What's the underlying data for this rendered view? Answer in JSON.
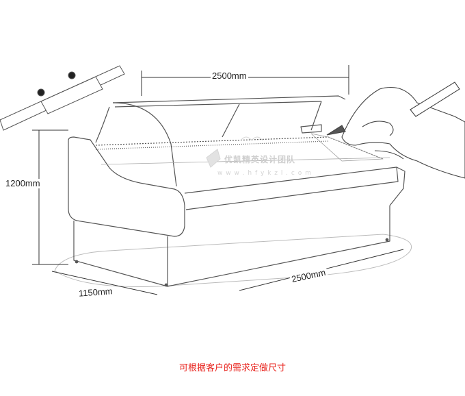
{
  "dimensions": {
    "top_length": "2500mm",
    "height": "1200mm",
    "depth": "1150mm",
    "bottom_length": "2500mm"
  },
  "watermark": {
    "name": "优凯精英设计团队",
    "url": "w w w . h f y k z l . c o m"
  },
  "caption": "可根据客户的需求定做尺寸",
  "colors": {
    "caption": "#e8211b",
    "line": "#555555",
    "watermark": "#cfcfcf"
  }
}
